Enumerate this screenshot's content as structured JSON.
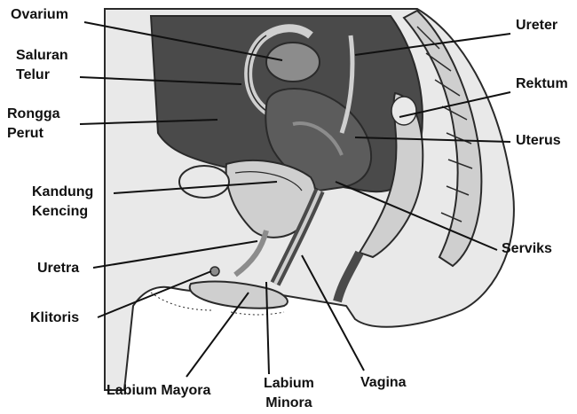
{
  "colors": {
    "ink": "#111111",
    "background": "#ffffff",
    "outline": "#2a2a2a",
    "dark_fill": "#4a4a4a",
    "mid_fill": "#8c8c8c",
    "light_fill": "#cfcfcf",
    "pale_fill": "#e9e9e9"
  },
  "labels": {
    "ovarium": "Ovarium",
    "saluran_telur": [
      "Saluran",
      "Telur"
    ],
    "rongga_perut": [
      "Rongga",
      "Perut"
    ],
    "kandung_kencing": [
      "Kandung",
      "Kencing"
    ],
    "uretra": "Uretra",
    "klitoris": "Klitoris",
    "labium_mayora": "Labium Mayora",
    "labium_minora": [
      "Labium",
      "Minora"
    ],
    "vagina": "Vagina",
    "ureter": "Ureter",
    "rektum": "Rektum",
    "uterus": "Uterus",
    "serviks": "Serviks"
  }
}
